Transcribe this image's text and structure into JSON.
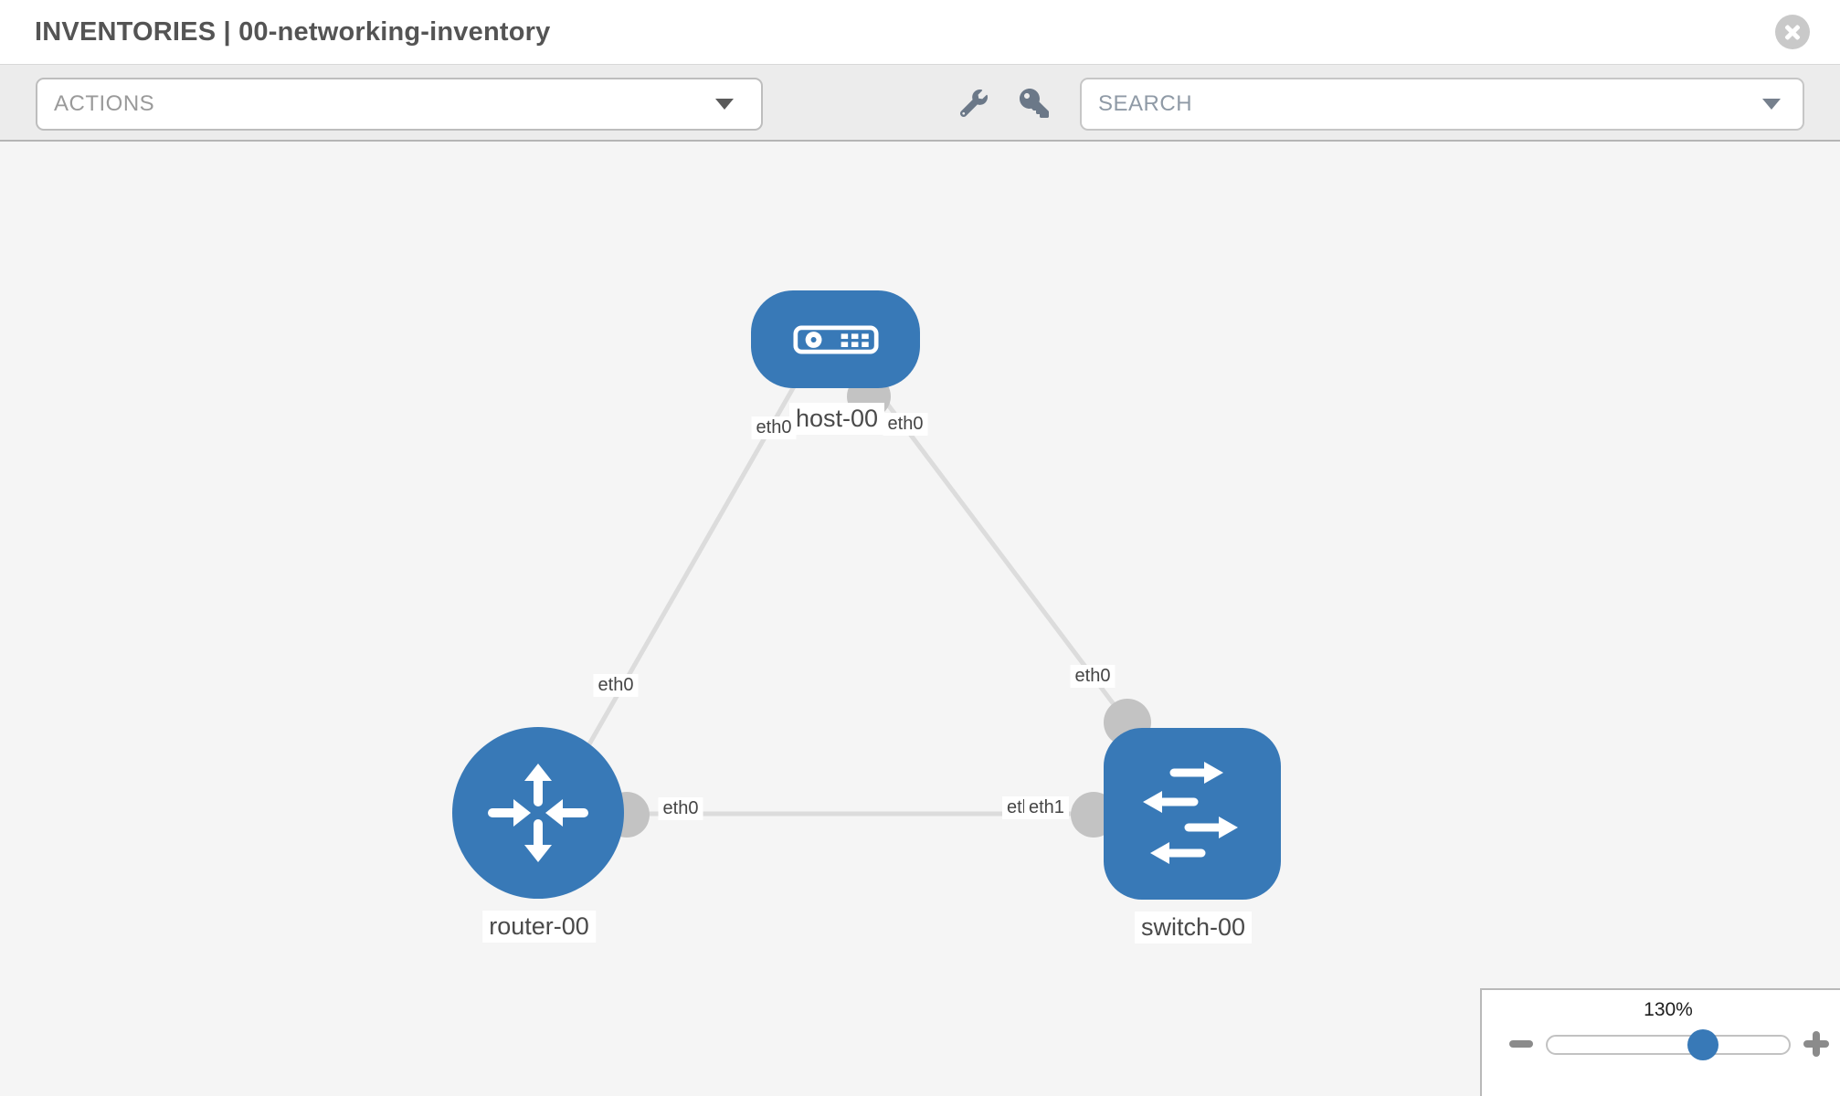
{
  "header": {
    "title": "INVENTORIES | 00-networking-inventory"
  },
  "toolbar": {
    "actions_label": "ACTIONS",
    "search_placeholder": "SEARCH",
    "icons": [
      "wrench-icon",
      "key-icon"
    ]
  },
  "topology": {
    "nodes": [
      {
        "label": "host-00",
        "type": "host"
      },
      {
        "label": "router-00",
        "type": "router"
      },
      {
        "label": "switch-00",
        "type": "switch"
      }
    ],
    "links": [
      {
        "from": "host-00",
        "to": "router-00"
      },
      {
        "from": "host-00",
        "to": "switch-00"
      },
      {
        "from": "router-00",
        "to": "switch-00"
      }
    ],
    "interface_labels": {
      "host_left": "eth0",
      "host_right": "eth0",
      "link_left_mid": "eth0",
      "link_right_mid": "eth0",
      "router_right": "eth0",
      "switch_left_back": "eth0",
      "switch_left_front": "eth1"
    }
  },
  "zoom_control": {
    "level": "130%"
  },
  "colors": {
    "node_blue": "#3879b7",
    "link_gray": "#dcdcdc",
    "endpoint_gray": "#c3c3c3",
    "canvas_bg": "#f5f5f5",
    "toolbar_bg": "#ececec"
  }
}
